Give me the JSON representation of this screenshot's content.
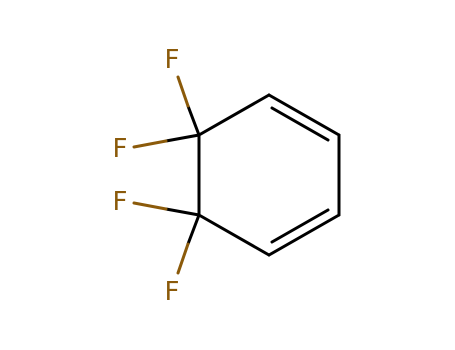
{
  "molecule": {
    "atom_labels": {
      "f1": "F",
      "f2": "F",
      "f3": "F",
      "f4": "F"
    },
    "colors": {
      "carbon_bond": "#000000",
      "fluorine": "#8B5A0A"
    }
  }
}
